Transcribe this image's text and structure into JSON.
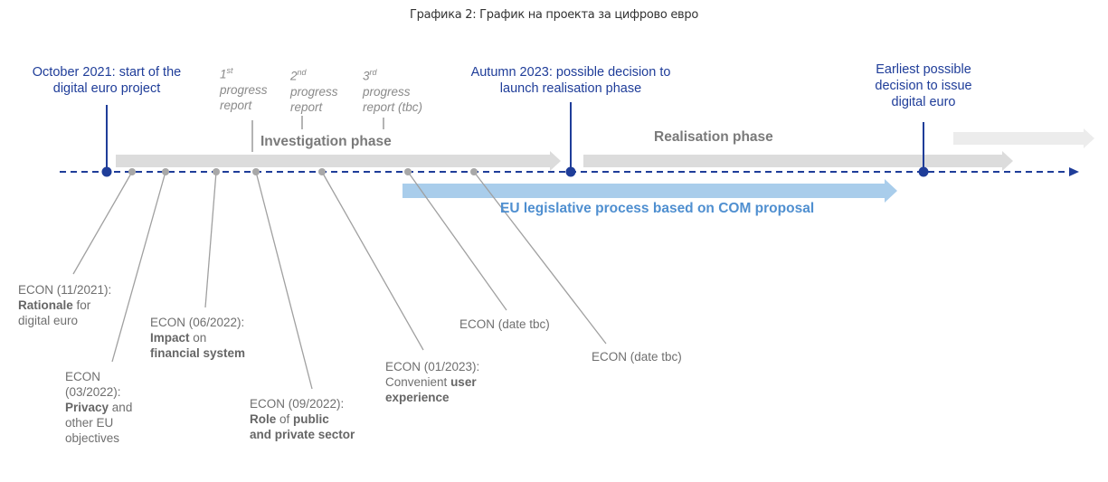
{
  "caption": "Графика 2: График на проекта за цифрово евро",
  "colors": {
    "milestone_blue": "#1f3d99",
    "timeline_dash": "#1f3d99",
    "phase_bar_grey": "#dcdcdc",
    "legislative_bar": "#a9cdeb",
    "legislative_text": "#4f8fd0",
    "econ_text": "#6f6f6f"
  },
  "milestones": [
    {
      "line1": "October 2021: start of the",
      "line2": "digital euro project"
    },
    {
      "line1": "Autumn  2023: possible decision to",
      "line2": "launch  realisation phase"
    },
    {
      "line1": "Earliest possible",
      "line2": "decision to issue",
      "line3": "digital euro"
    }
  ],
  "progress_reports": [
    {
      "ordinal": "1",
      "suffix": "st",
      "line2": "progress",
      "line3": "report"
    },
    {
      "ordinal": "2",
      "suffix": "nd",
      "line2": "progress",
      "line3": "report"
    },
    {
      "ordinal": "3",
      "suffix": "rd",
      "line2": "progress",
      "line3": "report (tbc)"
    }
  ],
  "phases": {
    "investigation": "Investigation phase",
    "realisation": "Realisation phase",
    "legislative": "EU legislative process based on COM proposal"
  },
  "econ_events": [
    {
      "date": "ECON (11/2021):",
      "bold": "Rationale",
      "rest": " for",
      "line3": "digital euro"
    },
    {
      "date1": "ECON",
      "date2": "(03/2022):",
      "bold": "Privacy",
      "rest": " and",
      "line4": "other EU",
      "line5": "objectives"
    },
    {
      "date": "ECON (06/2022):",
      "bold": "Impact",
      "rest": " on",
      "line3bold": "financial system"
    },
    {
      "date": "ECON (09/2022):",
      "bold": "Role",
      "rest": " of ",
      "bold2": "public",
      "line3bold": "and private sector"
    },
    {
      "date": "ECON (01/2023):",
      "plain": "Convenient ",
      "bold": "user",
      "line3bold": "experience"
    },
    {
      "date": "ECON (date tbc)"
    },
    {
      "date": "ECON (date tbc)"
    }
  ]
}
